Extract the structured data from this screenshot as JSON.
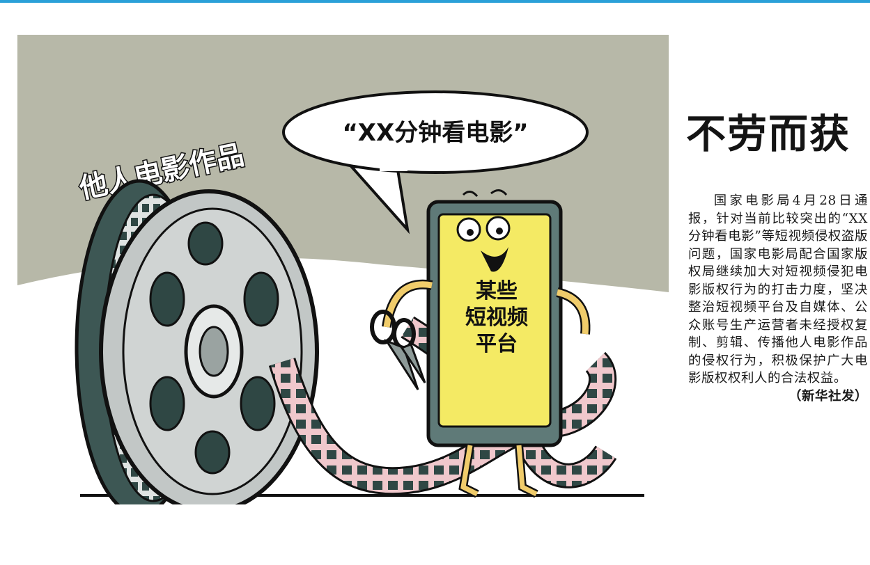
{
  "cartoon": {
    "reel_label": "他人电影作品",
    "speech_bubble": "“XX分钟看电影”",
    "phone_label_lines": [
      "某些",
      "短视频",
      "平台"
    ]
  },
  "headline": "不劳而获",
  "article": {
    "body": "国家电影局4月28日通报，针对当前比较突出的“XX分钟看电影”等短视频侵权盗版问题，国家电影局配合国家版权局继续加大对短视频侵犯电影版权行为的打击力度，坚决整治短视频平台及自媒体、公众账号生产运营者未经授权复制、剪辑、传播他人电影作品的侵权行为，积极保护广大电影版权权利人的合法权益。",
    "byline": "（新华社发）"
  },
  "colors": {
    "accent_rule": "#2aa0d8",
    "sky": "#b7b8a8",
    "ground": "#ffffff",
    "reel": "#c2c7c6",
    "reel_dark": "#2f4744",
    "film_strip": "#f0c8cc",
    "phone_body": "#5f7a78",
    "phone_screen": "#f4ea64",
    "hand": "#f0cc6b"
  }
}
